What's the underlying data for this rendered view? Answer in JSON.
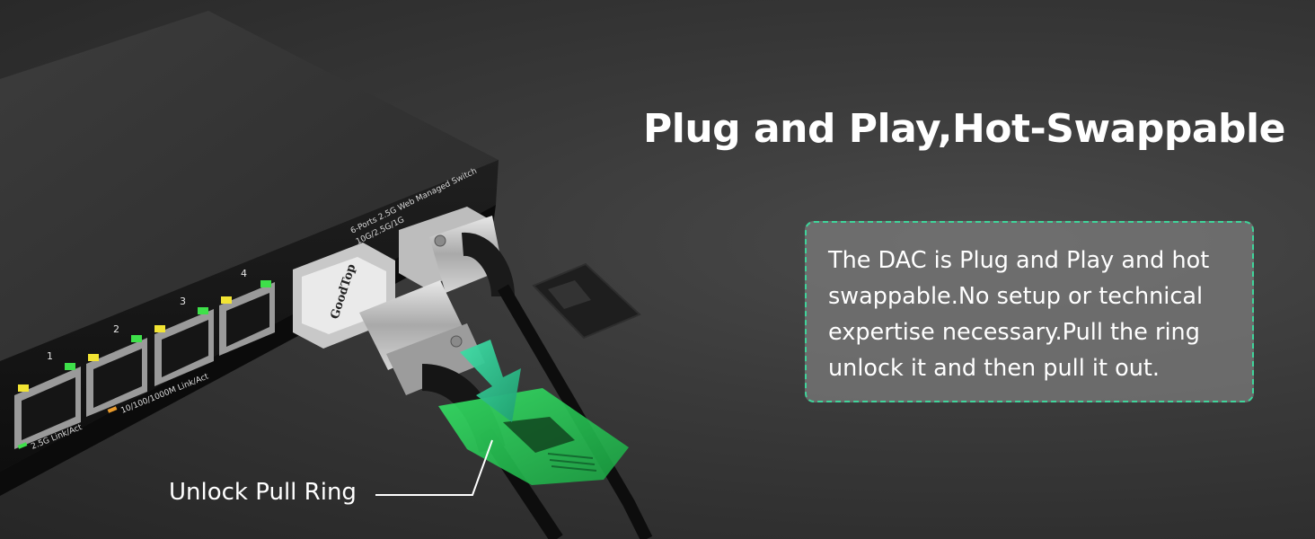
{
  "headline": "Plug and Play,Hot-Swappable",
  "info_box": {
    "text": "The DAC is Plug and Play and hot swappable.No setup or technical expertise necessary.Pull the ring unlock it and then pull it out."
  },
  "callout": {
    "label": "Unlock Pull Ring"
  },
  "device": {
    "model_label": "6-Ports 2.5G Web Managed Switch",
    "sfp_speed_label": "10G/2.5G/1G",
    "port_numbers": [
      "1",
      "2",
      "3",
      "4"
    ],
    "legend_25g": "2.5G Link/Act",
    "legend_1000m": "10/100/1000M Link/Act",
    "module_brand": "GoodTop"
  },
  "colors": {
    "accent_green": "#3fd49a",
    "led_yellow": "#f2e433",
    "led_green": "#3ee04a",
    "pull_ring_glow": "#2fe85a"
  }
}
